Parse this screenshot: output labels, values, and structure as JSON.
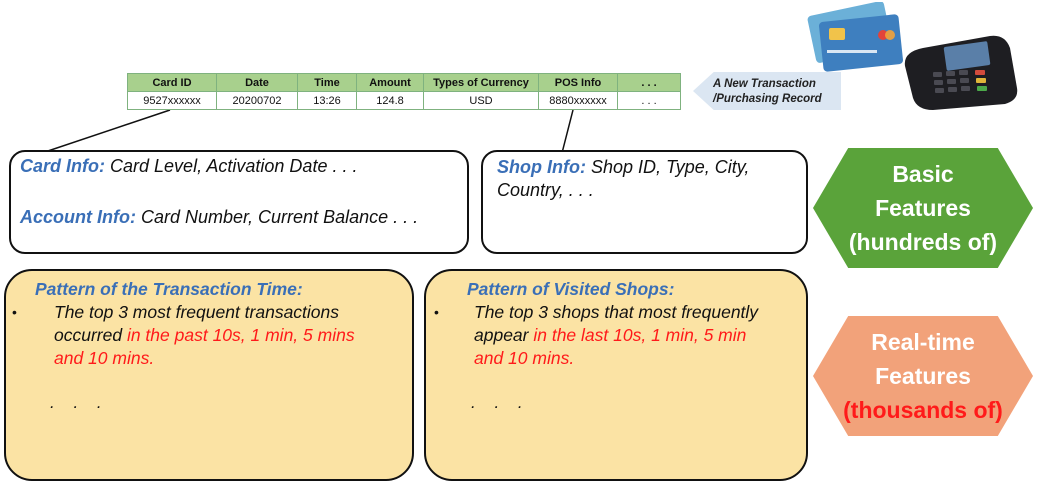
{
  "table": {
    "headers": [
      "Card ID",
      "Date",
      "Time",
      "Amount",
      "Types of Currency",
      "POS Info",
      ". . ."
    ],
    "row": [
      "9527xxxxxx",
      "20200702",
      "13:26",
      "124.8",
      "USD",
      "8880xxxxxx",
      ". . ."
    ]
  },
  "new_transaction": {
    "line1": "A New Transaction",
    "line2": "/Purchasing Record"
  },
  "card_info": {
    "label": "Card Info:",
    "text": "Card Level, Activation Date . . ."
  },
  "account_info": {
    "label": "Account Info:",
    "text": "Card Number, Current Balance . . ."
  },
  "shop_info": {
    "label": "Shop Info:",
    "text1": "Shop ID, Type, City,",
    "text2": "Country,  . . ."
  },
  "time_pattern": {
    "title": "Pattern of the Transaction Time:",
    "bullet": "•",
    "line1": "The top 3 most frequent transactions",
    "line2_black": "occurred ",
    "line2_red": "in the past 10s, 1 min, 5 mins",
    "line3_red": "and 10 mins.",
    "ellipsis": ". . ."
  },
  "shop_pattern": {
    "title": "Pattern of Visited Shops:",
    "bullet": "•",
    "line1": "The top 3 shops that most frequently",
    "line2_black": "appear ",
    "line2_red": "in the last 10s, 1 min, 5 min",
    "line3_red": "and 10 mins.",
    "ellipsis": ". . ."
  },
  "basic_features": {
    "line1": "Basic",
    "line2": "Features",
    "line3": "(hundreds of)",
    "color": "#5aa33a"
  },
  "realtime_features": {
    "line1": "Real-time",
    "line2": "Features",
    "line3": "(thousands of)",
    "color": "#f2a27a"
  },
  "icons": {
    "card": "credit-card-icon",
    "pos": "pos-terminal-icon"
  }
}
